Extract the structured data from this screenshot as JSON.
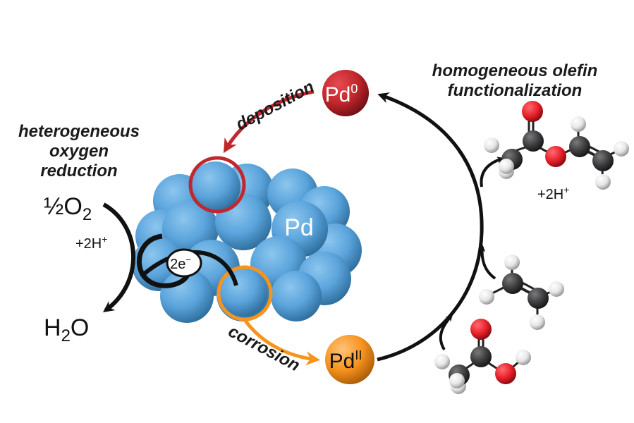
{
  "titles": {
    "left": [
      "heterogeneous",
      "oxygen",
      "reduction"
    ],
    "right": [
      "homogeneous olefin",
      "functionalization"
    ]
  },
  "process_labels": {
    "deposition": "deposition",
    "corrosion": "corrosion"
  },
  "species": {
    "pd0": {
      "base": "Pd",
      "sup": "0"
    },
    "pd2": {
      "base": "Pd",
      "sup": "II"
    },
    "cluster": "Pd",
    "electrons": {
      "base": "2e",
      "sup": "−"
    }
  },
  "reduction": {
    "reactant": {
      "prefix": "½O",
      "sub": "2"
    },
    "protons": {
      "base": "+2H",
      "sup": "+"
    },
    "product": {
      "prefix": "H",
      "sub": "2",
      "suffix": "O"
    }
  },
  "olefin": {
    "protons": {
      "base": "+2H",
      "sup": "+"
    }
  },
  "colors": {
    "pd0": "#c1272d",
    "pd2": "#f7941d",
    "cluster": "#5ba4dc",
    "deposition_arrow": "#c1272d",
    "corrosion_arrow": "#f7941d",
    "oxygen_atom": "#e8202a",
    "carbon_atom": "#3d3d3f",
    "hydrogen_atom": "#e6e6e6",
    "arrow": "#111111"
  }
}
